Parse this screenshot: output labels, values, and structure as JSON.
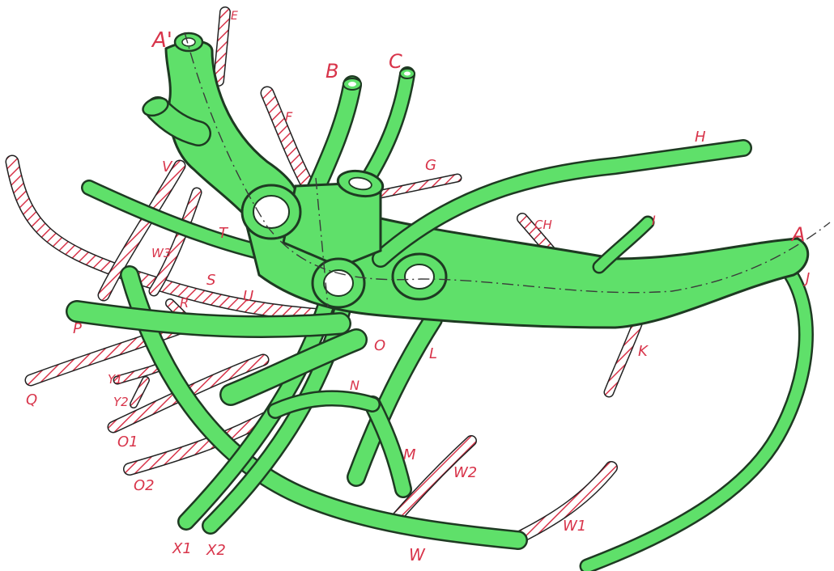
{
  "diagram": {
    "colors": {
      "vessel_fill": "#5fe06a",
      "vessel_outline": "#1e3a22",
      "hatch": "#d8344a",
      "label": "#d8344a"
    },
    "labels": {
      "A_top": "A'",
      "A_right": "A",
      "B": "B",
      "C": "C",
      "E": "E",
      "F": "F",
      "G": "G",
      "H": "H",
      "I": "I",
      "J": "J",
      "CH": "CH",
      "K": "K",
      "L": "L",
      "M": "M",
      "N": "N",
      "O": "O",
      "O1": "O1",
      "O2": "O2",
      "P": "P",
      "Q": "Q",
      "R": "R",
      "S": "S",
      "T": "T",
      "U": "U",
      "V": "V",
      "W": "W",
      "W1": "W1",
      "W2": "W2",
      "W3": "W3",
      "X1": "X1",
      "X2": "X2",
      "Y1": "Y1",
      "Y2": "Y2"
    }
  }
}
